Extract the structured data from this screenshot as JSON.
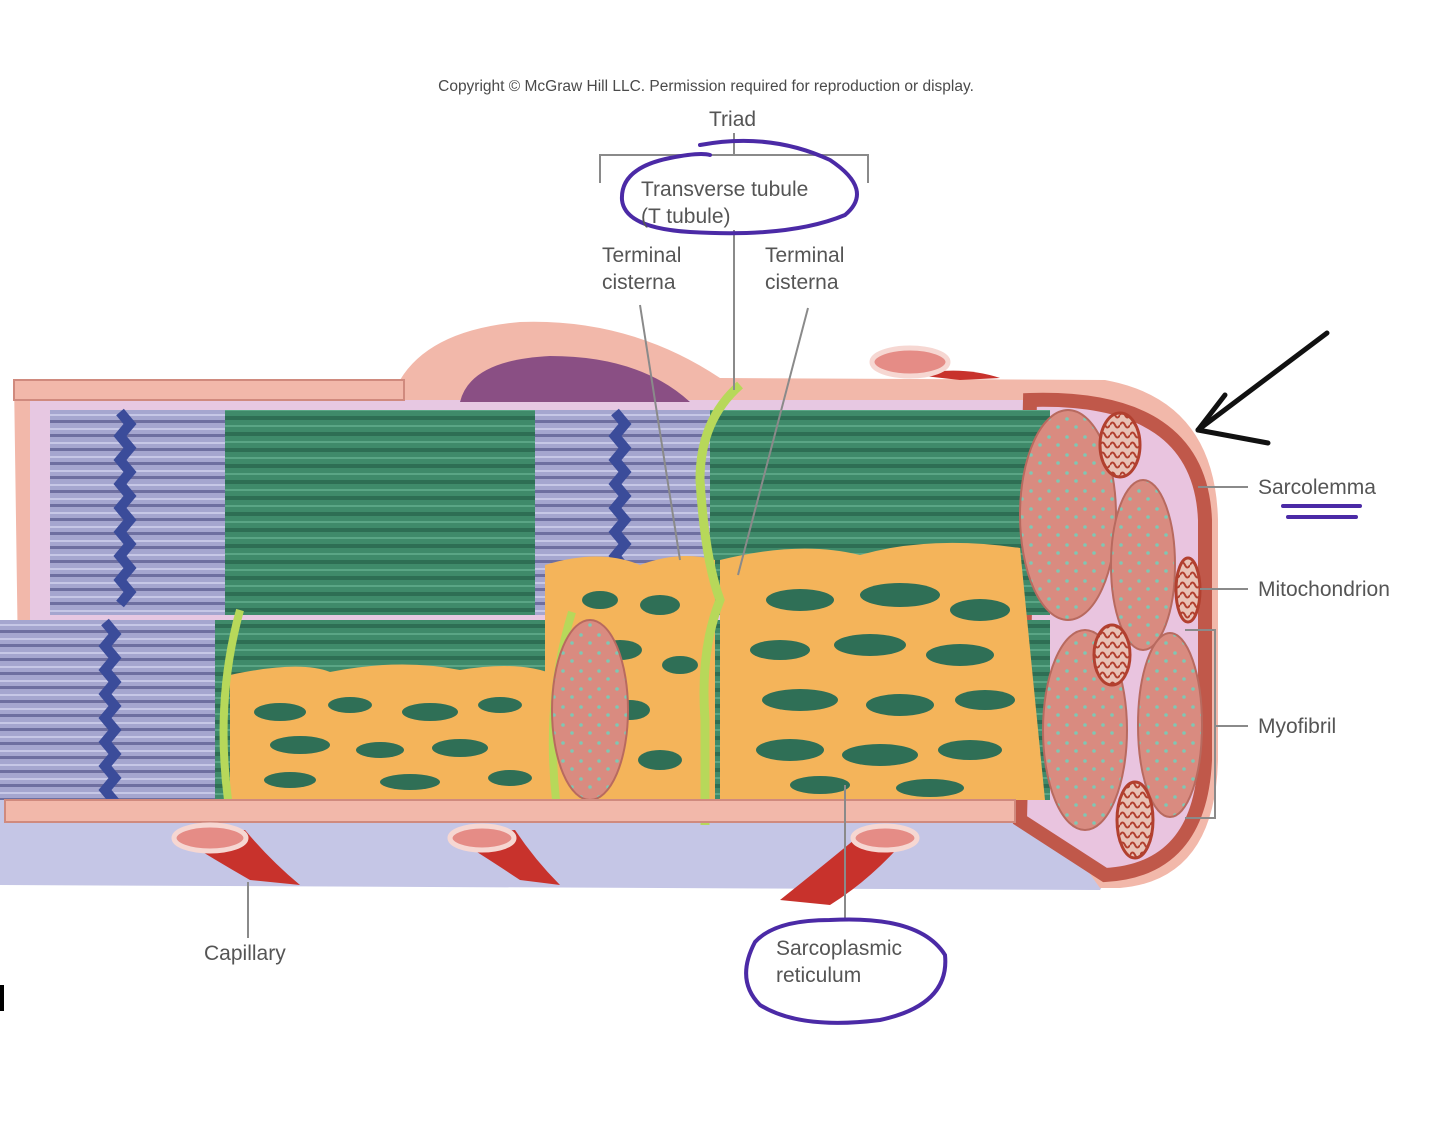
{
  "copyright": "Copyright © McGraw Hill LLC. Permission required for reproduction or display.",
  "labels": {
    "triad": "Triad",
    "transverse_tubule": "Transverse tubule\n(T tubule)",
    "terminal_cisterna_left": "Terminal\ncisterna",
    "terminal_cisterna_right": "Terminal\ncisterna",
    "sarcolemma": "Sarcolemma",
    "mitochondrion": "Mitochondrion",
    "myofibril": "Myofibril",
    "capillary": "Capillary",
    "sarcoplasmic_reticulum": "Sarcoplasmic\nreticulum"
  },
  "colors": {
    "label_text": "#555555",
    "leader_line": "#8a8a8a",
    "annotation_ink": "#4b2aa6",
    "arrow_ink": "#111111",
    "sarcolemma": "#f2b8aa",
    "myofibril_green": "#3f8a6a",
    "myofibril_band": "#9b9bc4",
    "sarcoplasmic_reticulum": "#f4b45a",
    "t_tubule": "#b7d85a",
    "capillary": "#c8322c",
    "cross_section": "#d98b80"
  }
}
